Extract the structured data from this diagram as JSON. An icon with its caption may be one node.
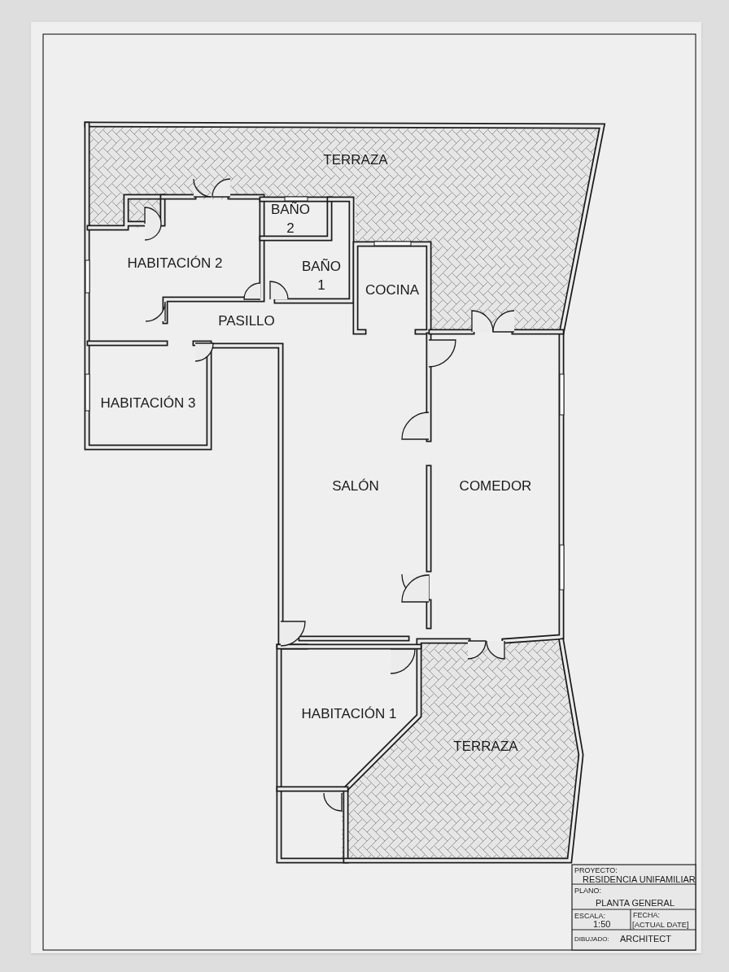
{
  "diagram": {
    "labels": [
      "TERRAZA",
      "BAÑO 2",
      "HABITACIÓN 2",
      "BAÑO 1",
      "COCINA",
      "PASILLO",
      "HABITACIÓN 3",
      "SALÓN",
      "COMEDOR",
      "HABITACIÓN 1",
      "TERRAZA",
      "PROYECTO:",
      "RESIDENCIA UNIFAMILIAR",
      "PLANO:",
      "PLANTA GENERAL",
      "ESCALA:",
      "1:50",
      "FECHA:",
      "[ACTUAL DATE]",
      "DIBUJADO:",
      "ARCHITECT"
    ]
  }
}
